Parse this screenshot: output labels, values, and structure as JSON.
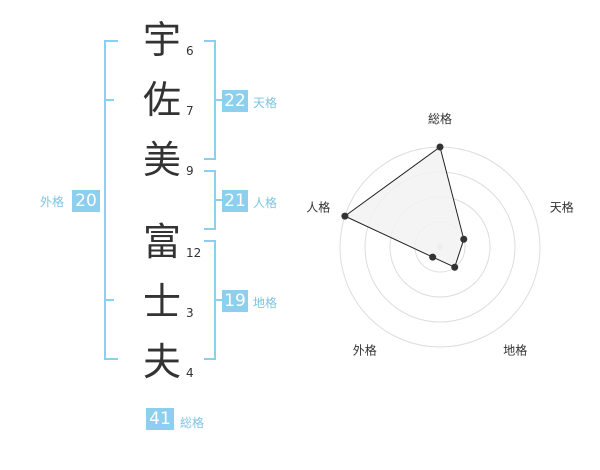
{
  "name": {
    "characters": [
      {
        "char": "宇",
        "strokes": "6"
      },
      {
        "char": "佐",
        "strokes": "7"
      },
      {
        "char": "美",
        "strokes": "9"
      },
      {
        "char": "富",
        "strokes": "12"
      },
      {
        "char": "士",
        "strokes": "3"
      },
      {
        "char": "夫",
        "strokes": "4"
      }
    ]
  },
  "fortune": {
    "tenkaku": {
      "label": "天格",
      "value": "22"
    },
    "jinkaku": {
      "label": "人格",
      "value": "21"
    },
    "chikaku": {
      "label": "地格",
      "value": "19"
    },
    "gaikaku": {
      "label": "外格",
      "value": "20"
    },
    "soukaku": {
      "label": "総格",
      "value": "41"
    }
  },
  "chart_data": {
    "type": "radar",
    "axes": [
      "総格",
      "天格",
      "地格",
      "外格",
      "人格"
    ],
    "series": [
      {
        "values": [
          4,
          1,
          1,
          0.5,
          4
        ]
      }
    ],
    "range": [
      0,
      4
    ],
    "rings": 4,
    "colors": {
      "fill": "#f2f2f2",
      "line": "#222222",
      "grid": "#dddddd",
      "point": "#333333"
    }
  },
  "colors": {
    "accent": "#8ccfee",
    "accent_text": "#7cc3e6"
  }
}
